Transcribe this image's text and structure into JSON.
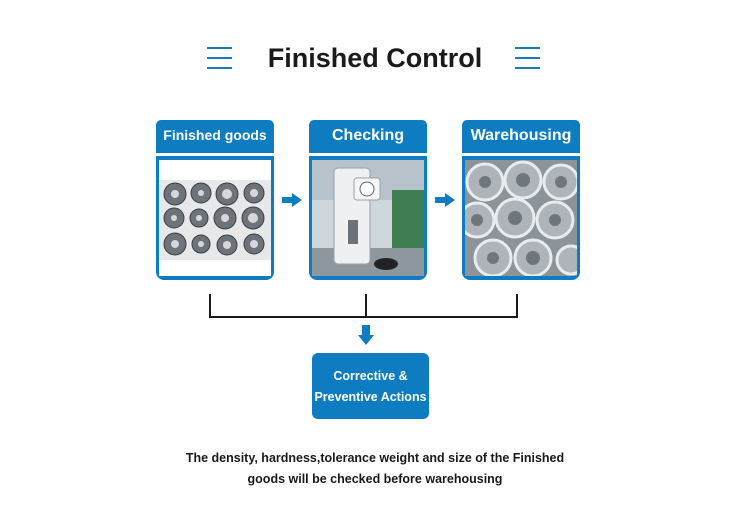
{
  "title": "Finished Control",
  "steps": [
    {
      "label": "Finished goods",
      "image": "sintered-gears-photo"
    },
    {
      "label": "Checking",
      "image": "hardness-tester-photo"
    },
    {
      "label": "Warehousing",
      "image": "stacked-parts-photo"
    }
  ],
  "outcome": {
    "line1": "Corrective &",
    "line2": "Preventive Actions"
  },
  "caption": {
    "line1": "The density, hardness,tolerance weight and size of the Finished",
    "line2": "goods will be checked before warehousing"
  },
  "icons": [
    "menu-icon",
    "arrow-right-icon",
    "arrow-down-icon"
  ],
  "colors": {
    "accent": "#0d7cc0",
    "text": "#1a1a1a",
    "background": "#ffffff"
  }
}
